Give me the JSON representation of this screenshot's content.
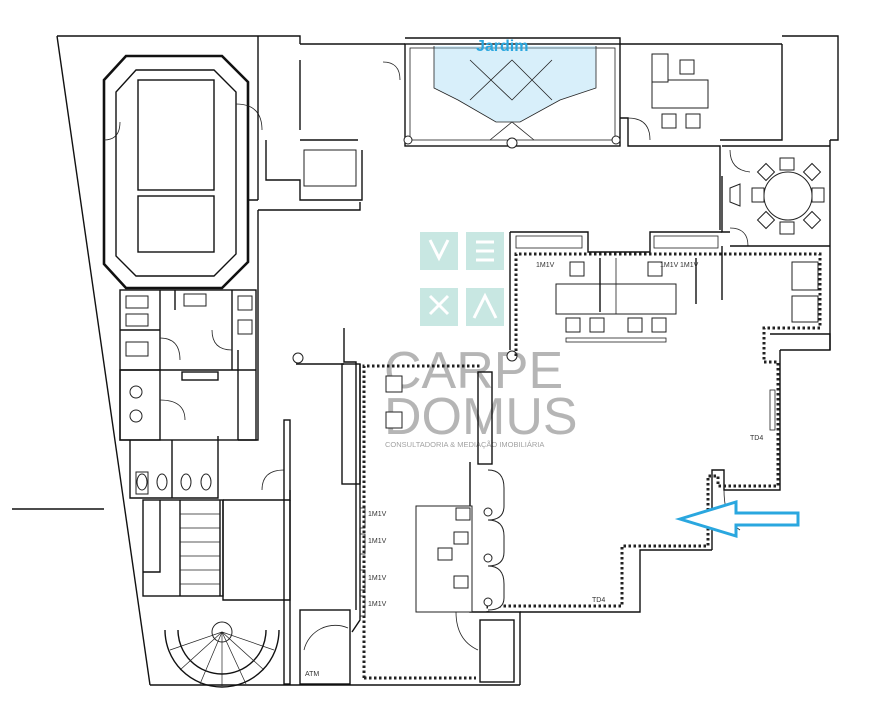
{
  "title": "Jardim",
  "watermark": {
    "line1": "CARPE",
    "line2": "DOMUS",
    "tagline": "CONSULTADORIA & MEDIAÇÃO IMOBILIÁRIA",
    "logo_color": "#bfe3dd"
  },
  "labels": {
    "m1v_a": "1M1V",
    "m1v_b": "1M1V",
    "m1v_c": "1M1V",
    "m1v_d": "1M1V",
    "m1v_e": "1M1V",
    "m1v_f": "1M1V",
    "m1v_g": "1M1V",
    "td4_a": "TD4",
    "td4_b": "TD4",
    "atm": "ATM"
  },
  "colors": {
    "title": "#2aa7df",
    "arrow": "#2aa7df",
    "walls": "#111111"
  },
  "icons": [
    "entrance-arrow-icon"
  ]
}
